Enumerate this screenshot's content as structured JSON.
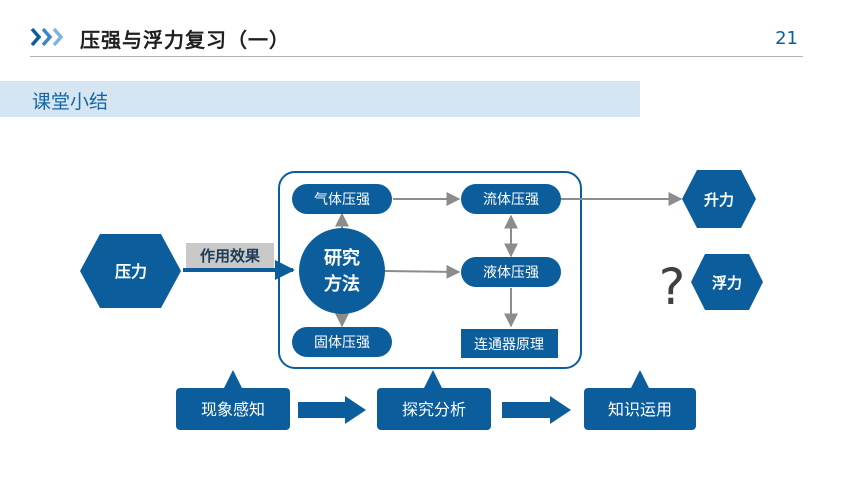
{
  "header": {
    "title": "压强与浮力复习（一）",
    "page_number": "21"
  },
  "section": {
    "title": "课堂小结"
  },
  "diagram": {
    "pressure": "压力",
    "effect_label": "作用效果",
    "method_line1": "研究",
    "method_line2": "方法",
    "gas_pressure": "气体压强",
    "fluid_pressure": "流体压强",
    "liquid_pressure": "液体压强",
    "solid_pressure": "固体压强",
    "connected_vessel": "连通器原理",
    "lift": "升力",
    "buoyancy": "浮力",
    "question_mark": "?",
    "steps": [
      "现象感知",
      "探究分析",
      "知识运用"
    ]
  },
  "colors": {
    "primary_blue": "#0c5d9c",
    "banner_bg": "#d5e5f2",
    "arrow_gray": "#8c8c8c",
    "label_gray_bg": "#c9c9c9"
  }
}
